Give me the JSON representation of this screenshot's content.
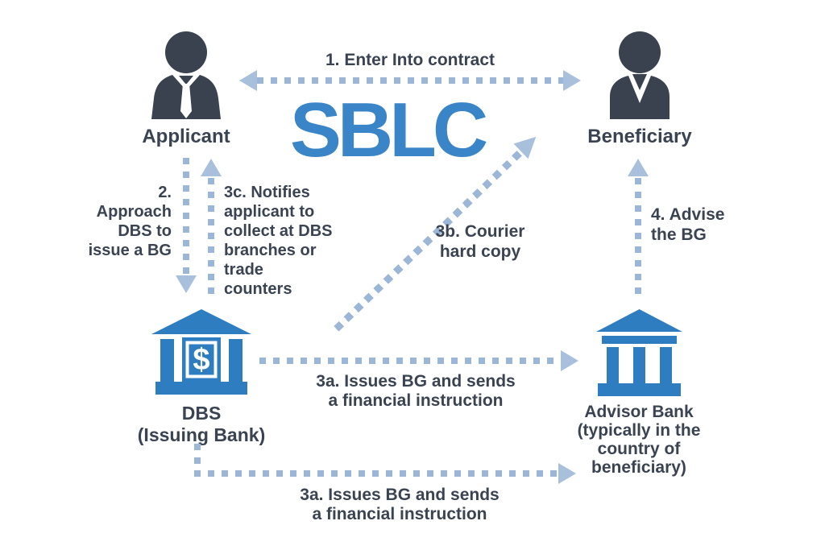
{
  "diagram": {
    "title": "SBLC",
    "background": "#ffffff",
    "colors": {
      "title_blue": "#3a85c7",
      "bank_blue": "#2e7dc0",
      "person_dark": "#3a4250",
      "label_text": "#3a4351",
      "arrow_dot": "#9cb6d7",
      "arrow_head": "#a9c0dd"
    },
    "entities": {
      "applicant": {
        "label": "Applicant",
        "icon": "businessman-icon"
      },
      "beneficiary": {
        "label": "Beneficiary",
        "icon": "businessman-icon"
      },
      "issuing_bank": {
        "label": "DBS\n(Issuing Bank)",
        "icon": "bank-dollar-icon",
        "dollar_sign": "$"
      },
      "advisor_bank": {
        "label": "Advisor Bank\n(typically in the\ncountry of\nbeneficiary)",
        "icon": "bank-columns-icon"
      }
    },
    "steps": [
      {
        "id": "1",
        "label": "1. Enter Into contract",
        "from": "applicant",
        "to": "beneficiary",
        "direction": "both"
      },
      {
        "id": "2",
        "label": "2.\nApproach\nDBS to\nissue a BG",
        "from": "applicant",
        "to": "issuing_bank",
        "direction": "down"
      },
      {
        "id": "3a",
        "label": "3a. Issues BG and sends\na financial instruction",
        "from": "issuing_bank",
        "to": "advisor_bank",
        "direction": "right"
      },
      {
        "id": "3a",
        "label": "3a. Issues BG and sends\na financial instruction",
        "from": "issuing_bank",
        "to": "advisor_bank",
        "direction": "right"
      },
      {
        "id": "3b",
        "label": "3b. Courier\nhard copy",
        "from": "issuing_bank",
        "to": "beneficiary",
        "direction": "diagonal-up"
      },
      {
        "id": "3c",
        "label": "3c. Notifies\napplicant to\ncollect at DBS\nbranches or\ntrade\ncounters",
        "from": "issuing_bank",
        "to": "applicant",
        "direction": "up"
      },
      {
        "id": "4",
        "label": "4. Advise\nthe BG",
        "from": "advisor_bank",
        "to": "beneficiary",
        "direction": "up"
      }
    ]
  }
}
